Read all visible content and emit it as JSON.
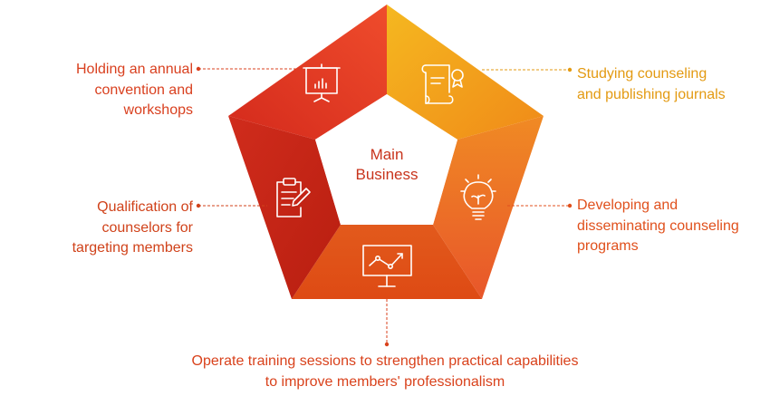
{
  "center": {
    "line1": "Main",
    "line2": "Business"
  },
  "segments": {
    "top_left": {
      "lines": [
        "Holding an annual",
        "convention and",
        "workshops"
      ],
      "icon": "presentation-board-icon",
      "color": "#e8422e"
    },
    "top_right": {
      "lines": [
        "Studying counseling",
        "and publishing journals"
      ],
      "icon": "certificate-scroll-icon",
      "color": "#f0a21a"
    },
    "mid_right": {
      "lines": [
        "Developing and",
        "disseminating counseling",
        "programs"
      ],
      "icon": "lightbulb-icon",
      "color": "#ee6a28"
    },
    "bottom": {
      "lines": [
        "Operate training sessions to strengthen practical capabilities",
        "to improve members' professionalism"
      ],
      "icon": "trend-chart-board-icon",
      "color": "#e8561e"
    },
    "mid_left": {
      "lines": [
        "Qualification of",
        "counselors for",
        "targeting members"
      ],
      "icon": "clipboard-pencil-icon",
      "color": "#c62a18"
    }
  }
}
